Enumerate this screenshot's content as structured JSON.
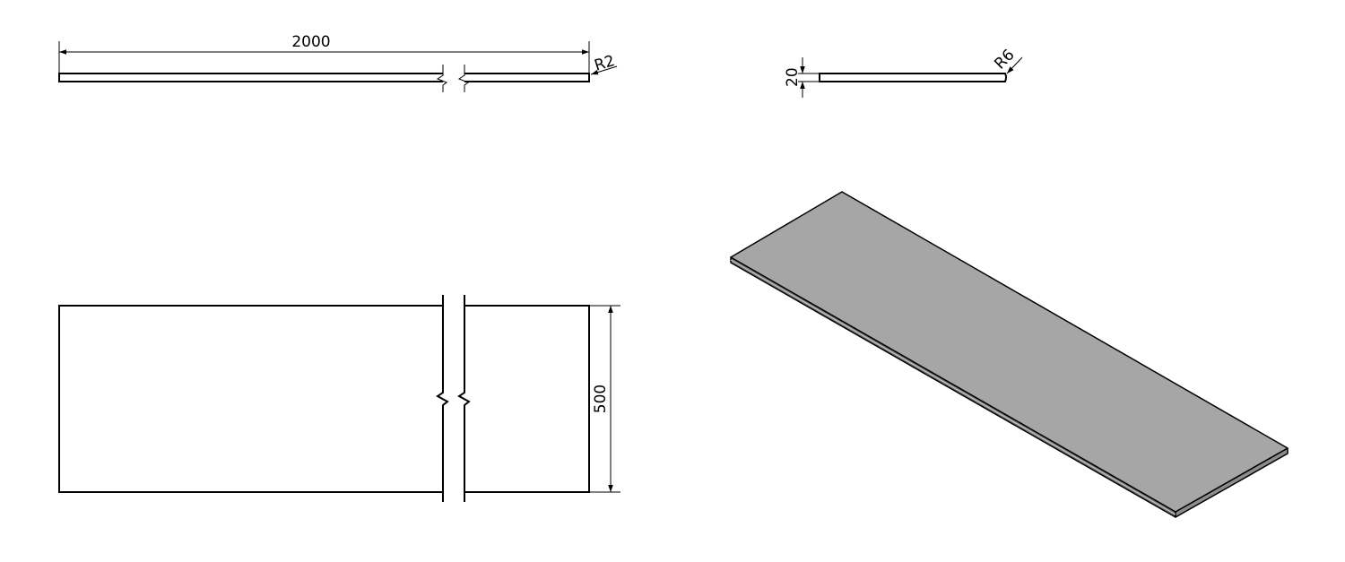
{
  "drawing": {
    "top_view": {
      "length_dim": "2000",
      "corner_radius": "R2"
    },
    "side_view": {
      "thickness_dim": "20",
      "edge_radius": "R6"
    },
    "front_view": {
      "width_dim": "500"
    },
    "isometric_view": {
      "fill_color": "#a6a6a6"
    }
  }
}
